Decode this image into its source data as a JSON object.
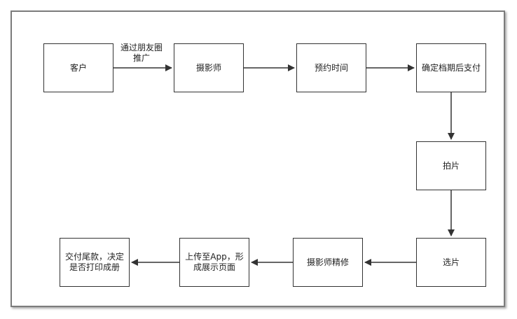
{
  "diagram": {
    "nodes": [
      {
        "id": "customer",
        "label": "客户"
      },
      {
        "id": "photographer",
        "label": "摄影师"
      },
      {
        "id": "book_time",
        "label": "预约时间"
      },
      {
        "id": "confirm_pay",
        "label": "确定档期后支付"
      },
      {
        "id": "shoot",
        "label": "拍片"
      },
      {
        "id": "select",
        "label": "选片"
      },
      {
        "id": "retouch",
        "label": "摄影师精修"
      },
      {
        "id": "upload_app",
        "label": "上传至App，形成展示页面"
      },
      {
        "id": "final_payment",
        "label": "交付尾款，决定是否打印成册"
      }
    ],
    "edges": [
      {
        "from": "customer",
        "to": "photographer",
        "label": "通过朋友圈推广"
      },
      {
        "from": "photographer",
        "to": "book_time",
        "label": ""
      },
      {
        "from": "book_time",
        "to": "confirm_pay",
        "label": ""
      },
      {
        "from": "confirm_pay",
        "to": "shoot",
        "label": ""
      },
      {
        "from": "shoot",
        "to": "select",
        "label": ""
      },
      {
        "from": "select",
        "to": "retouch",
        "label": ""
      },
      {
        "from": "retouch",
        "to": "upload_app",
        "label": ""
      },
      {
        "from": "upload_app",
        "to": "final_payment",
        "label": ""
      }
    ]
  }
}
